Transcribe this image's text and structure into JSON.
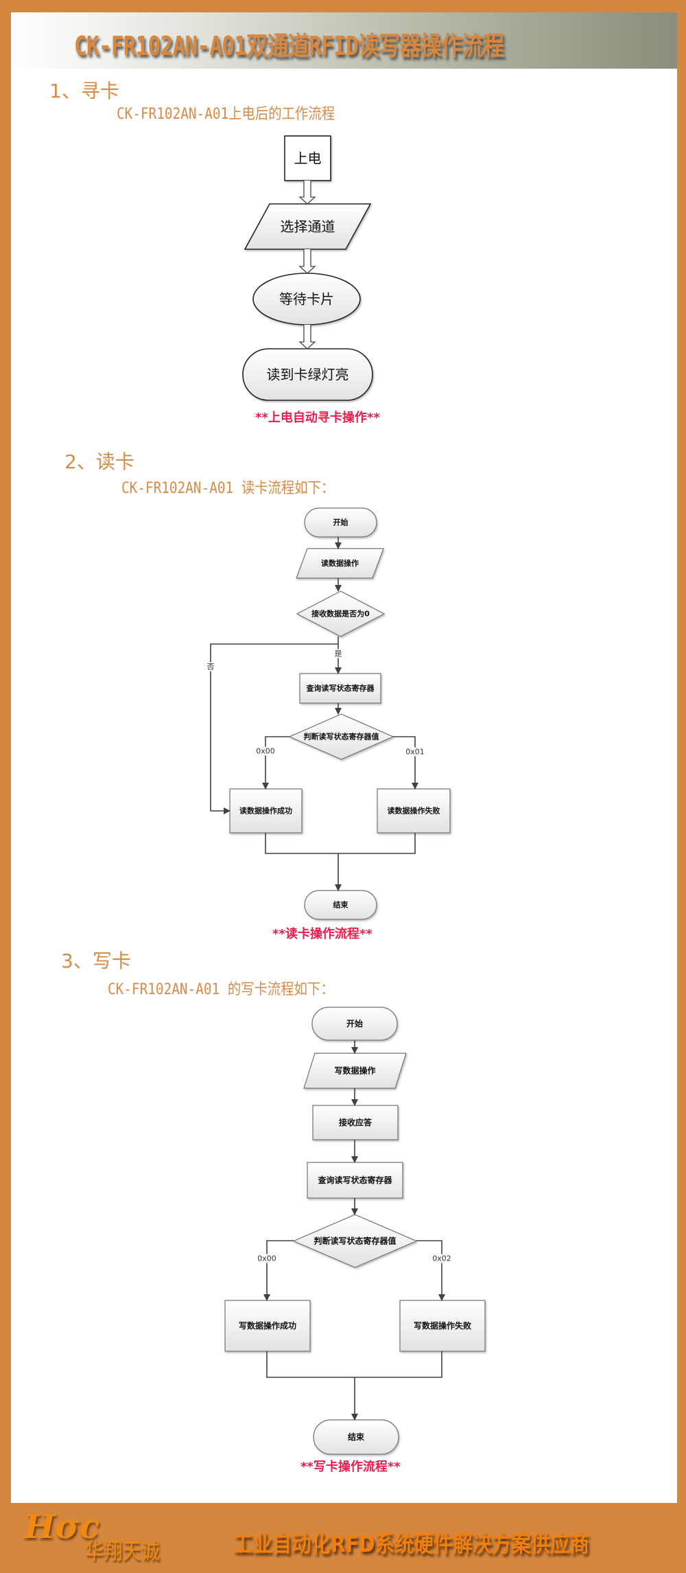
{
  "header": {
    "title": "CK-FR102AN-A01双通道RFID读写器操作流程"
  },
  "sections": [
    {
      "heading": "1、寻卡",
      "subtitle": "CK-FR102AN-A01上电后的工作流程",
      "note": "**上电自动寻卡操作**",
      "nodes": [
        {
          "id": "power_on",
          "shape": "process",
          "label": "上电"
        },
        {
          "id": "select_channel",
          "shape": "data",
          "label": "选择通道"
        },
        {
          "id": "wait_card",
          "shape": "ellipse",
          "label": "等待卡片"
        },
        {
          "id": "green_led",
          "shape": "terminal",
          "label": "读到卡绿灯亮"
        }
      ],
      "edges": [
        {
          "from": "power_on",
          "to": "select_channel",
          "label": ""
        },
        {
          "from": "select_channel",
          "to": "wait_card",
          "label": ""
        },
        {
          "from": "wait_card",
          "to": "green_led",
          "label": ""
        }
      ]
    },
    {
      "heading": "2、读卡",
      "subtitle": "CK-FR102AN-A01 读卡流程如下：",
      "note": "**读卡操作流程**",
      "nodes": [
        {
          "id": "start",
          "shape": "terminal",
          "label": "开始"
        },
        {
          "id": "read_op",
          "shape": "data",
          "label": "读数据操作"
        },
        {
          "id": "check_zero",
          "shape": "decision",
          "label": "接收数据是否为0"
        },
        {
          "id": "query_reg",
          "shape": "process",
          "label": "查询读写状态寄存器"
        },
        {
          "id": "judge_reg",
          "shape": "decision",
          "label": "判断读写状态寄存器值"
        },
        {
          "id": "read_ok",
          "shape": "process",
          "label": "读数据操作成功"
        },
        {
          "id": "read_fail",
          "shape": "process",
          "label": "读数据操作失败"
        },
        {
          "id": "end",
          "shape": "terminal",
          "label": "结束"
        }
      ],
      "edges": [
        {
          "from": "start",
          "to": "read_op",
          "label": ""
        },
        {
          "from": "read_op",
          "to": "check_zero",
          "label": ""
        },
        {
          "from": "check_zero",
          "to": "query_reg",
          "label": "是"
        },
        {
          "from": "check_zero",
          "to": "read_ok",
          "label": "否"
        },
        {
          "from": "query_reg",
          "to": "judge_reg",
          "label": ""
        },
        {
          "from": "judge_reg",
          "to": "read_ok",
          "label": "0x00"
        },
        {
          "from": "judge_reg",
          "to": "read_fail",
          "label": "0x01"
        },
        {
          "from": "read_ok",
          "to": "end",
          "label": ""
        },
        {
          "from": "read_fail",
          "to": "end",
          "label": ""
        }
      ]
    },
    {
      "heading": "3、写卡",
      "subtitle": "CK-FR102AN-A01 的写卡流程如下：",
      "note": "**写卡操作流程**",
      "nodes": [
        {
          "id": "start",
          "shape": "terminal",
          "label": "开始"
        },
        {
          "id": "write_op",
          "shape": "data",
          "label": "写数据操作"
        },
        {
          "id": "recv_ack",
          "shape": "process",
          "label": "接收应答"
        },
        {
          "id": "query_reg",
          "shape": "process",
          "label": "查询读写状态寄存器"
        },
        {
          "id": "judge_reg",
          "shape": "decision",
          "label": "判断读写状态寄存器值"
        },
        {
          "id": "write_ok",
          "shape": "process",
          "label": "写数据操作成功"
        },
        {
          "id": "write_fail",
          "shape": "process",
          "label": "写数据操作失败"
        },
        {
          "id": "end",
          "shape": "terminal",
          "label": "结束"
        }
      ],
      "edges": [
        {
          "from": "start",
          "to": "write_op",
          "label": ""
        },
        {
          "from": "write_op",
          "to": "recv_ack",
          "label": ""
        },
        {
          "from": "recv_ack",
          "to": "query_reg",
          "label": ""
        },
        {
          "from": "query_reg",
          "to": "judge_reg",
          "label": ""
        },
        {
          "from": "judge_reg",
          "to": "write_ok",
          "label": "0x00"
        },
        {
          "from": "judge_reg",
          "to": "write_fail",
          "label": "0x02"
        },
        {
          "from": "write_ok",
          "to": "end",
          "label": ""
        },
        {
          "from": "write_fail",
          "to": "end",
          "label": ""
        }
      ]
    }
  ],
  "footer": {
    "logo_script": "Hσc",
    "logo_name": "华翔天诚",
    "tagline": "工业自动化RFD系统硬件解决方案供应商"
  },
  "colors": {
    "frame": "#d6873e",
    "heading": "#d98a45",
    "note": "#ee1c4c",
    "footer_text": "#f08a12"
  }
}
